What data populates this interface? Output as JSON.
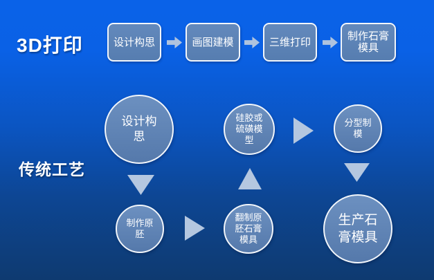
{
  "slide": {
    "printing": {
      "label": "3D打印",
      "steps": [
        "设计构思",
        "画图建模",
        "三维打印",
        "制作石膏模具"
      ]
    },
    "traditional": {
      "label": "传统工艺",
      "nodes": {
        "design": "设计构思",
        "blank": "制作原胚",
        "copy_mold": "翻制原胚石膏模具",
        "silicone": "硅胶或硫磺模型",
        "parting": "分型制模",
        "produce": "生产石膏模具"
      }
    },
    "colors": {
      "background_top": "#0A62E8",
      "background_bottom": "#0E3A70",
      "node_fill": "#5E84B6",
      "node_border": "#FFFFFF",
      "arrow": "#B4C7E0",
      "text": "#FFFFFF"
    }
  }
}
